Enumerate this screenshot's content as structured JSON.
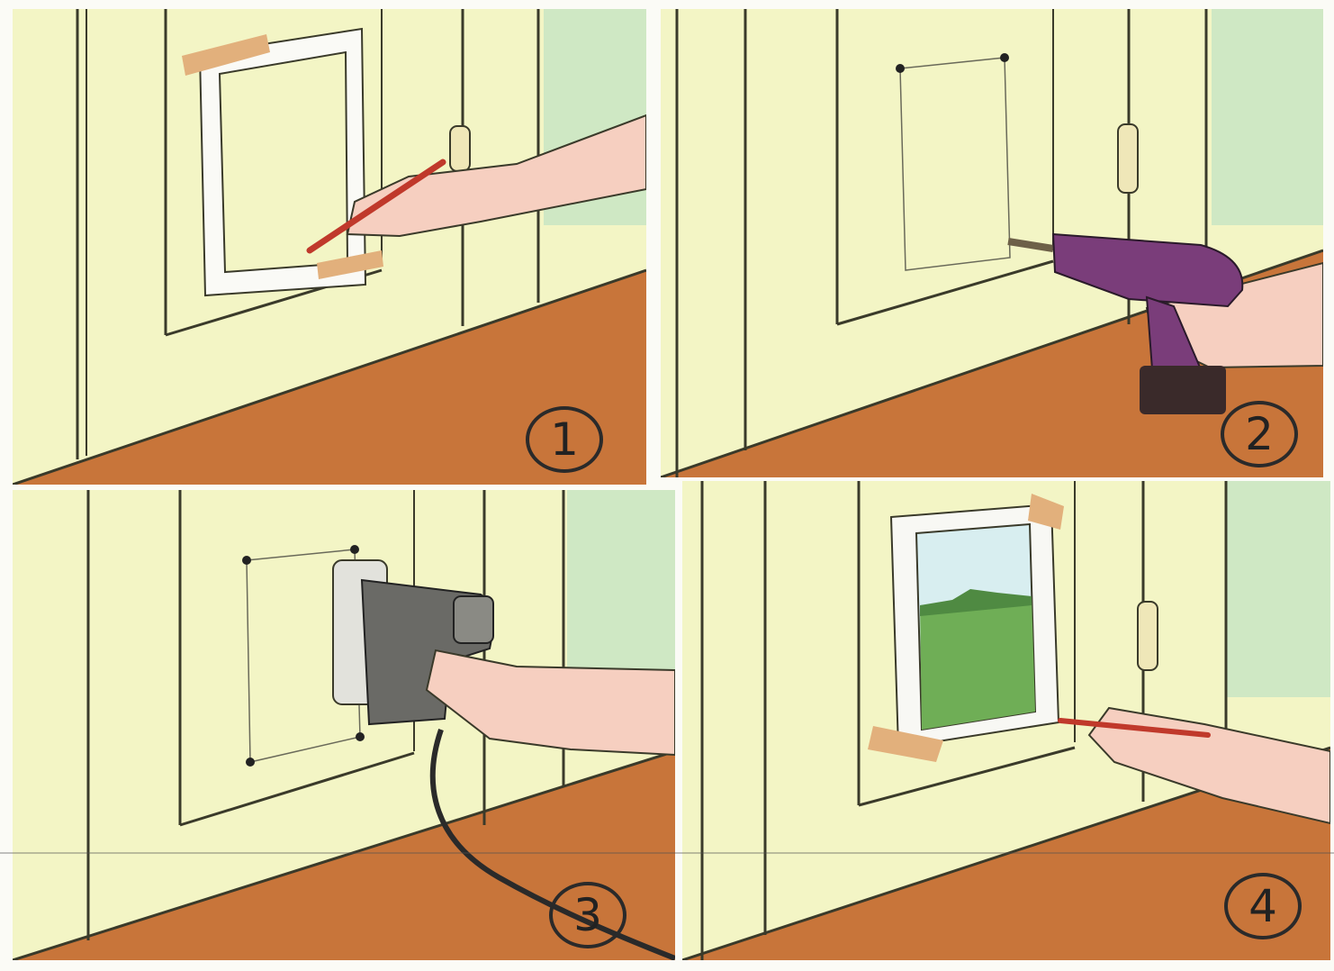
{
  "steps": [
    {
      "number": "1",
      "action": "mark-outline"
    },
    {
      "number": "2",
      "action": "drill-corner-holes"
    },
    {
      "number": "3",
      "action": "cut-with-jigsaw"
    },
    {
      "number": "4",
      "action": "fit-frame"
    }
  ],
  "colors": {
    "door": "#f3f5c5",
    "door_panel_line": "#3a3a2a",
    "floor": "#c8753a",
    "floor_dark": "#b0622e",
    "wall_green": "#cfe8c4",
    "tape": "#e2b07c",
    "skin": "#f6cfc0",
    "drill": "#7a3d7a",
    "jigsaw": "#6a6a66",
    "frame": "#f8f8f4",
    "sky": "#d8eef0",
    "grass": "#6fae56"
  }
}
